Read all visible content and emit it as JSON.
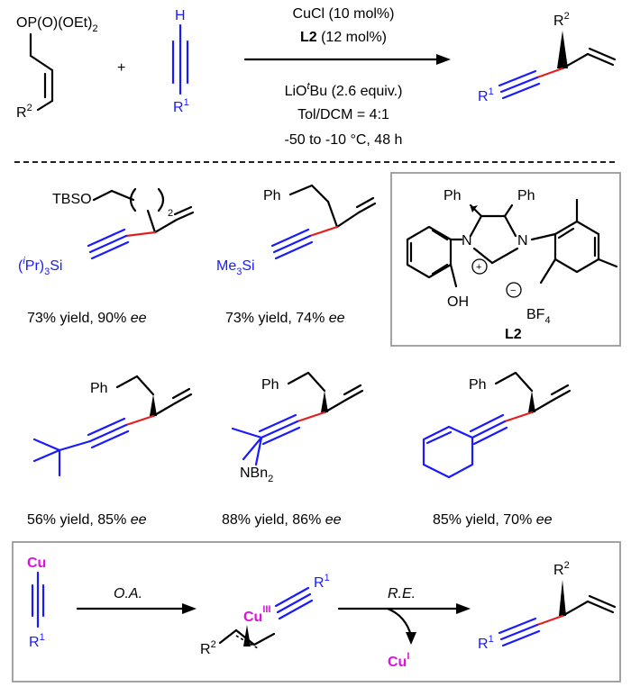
{
  "colors": {
    "alkyne": "#1a1aff",
    "new_bond": "#e02020",
    "copper": "#e010e0",
    "box_border": "#999999"
  },
  "top": {
    "phosphate": "OP(O)(OEt)",
    "phosphate_sub": "2",
    "r2": "R",
    "r2_sup": "2",
    "plus": "+",
    "alkyne_h": "H",
    "r1": "R",
    "r1_sup": "1",
    "cond1": "CuCl (10 mol%)",
    "cond2_bold": "L2",
    "cond2_rest": " (12 mol%)",
    "cond3_a": "LiO",
    "cond3_t": "t",
    "cond3_b": "Bu (2.6 equiv.)",
    "cond4": "Tol/DCM = 4:1",
    "cond5": "-50 to -10 °C, 48 h"
  },
  "examples": [
    {
      "yield": "73% yield, 90% ",
      "ee": "ee",
      "silyl": "TBSO",
      "sub2": "2",
      "group": "Pr)",
      "group_i": "i",
      "group_3": "3",
      "group_si": "Si"
    },
    {
      "yield": "73% yield, 74% ",
      "ee": "ee",
      "ph": "Ph",
      "group": "Me",
      "group_3": "3",
      "group_si": "Si"
    },
    {
      "yield": "56% yield, 85% ",
      "ee": "ee",
      "ph": "Ph"
    },
    {
      "yield": "88% yield, 86% ",
      "ee": "ee",
      "ph": "Ph",
      "amine": "NBn",
      "amine_sub": "2"
    },
    {
      "yield": "85% yield, 70% ",
      "ee": "ee",
      "ph": "Ph"
    }
  ],
  "ligand": {
    "ph1": "Ph",
    "ph2": "Ph",
    "n1": "N",
    "n2": "N",
    "plus": "+",
    "oh": "OH",
    "minus": "−",
    "bf": "BF",
    "bf_sub": "4",
    "name": "L2"
  },
  "mechanism": {
    "cu": "Cu",
    "r1": "R",
    "r1_sup": "1",
    "oa": "O.A.",
    "re": "R.E.",
    "cu3": "Cu",
    "cu3_sup": "III",
    "r2": "R",
    "r2_sup": "2",
    "cu1": "Cu",
    "cu1_sup": "I"
  }
}
